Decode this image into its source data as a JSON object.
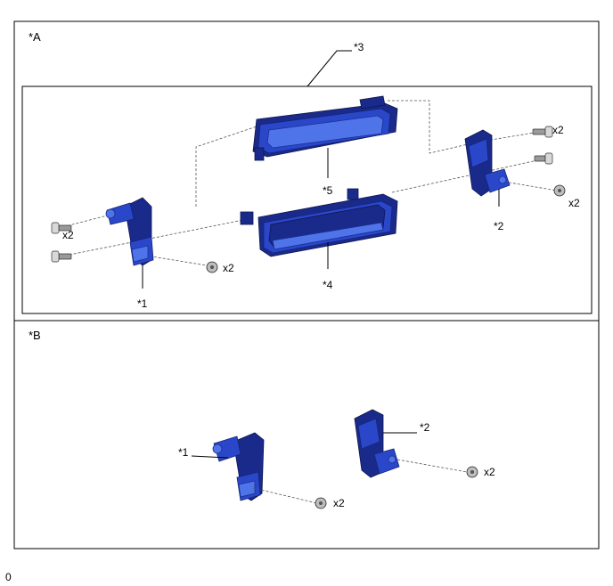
{
  "panels": {
    "a": {
      "label": "*A"
    },
    "b": {
      "label": "*B"
    }
  },
  "callouts": {
    "c1_a": "*1",
    "c2_a": "*2",
    "c3": "*3",
    "c4": "*4",
    "c5": "*5",
    "c1_b": "*1",
    "c2_b": "*2"
  },
  "quantities": {
    "left_screw_top": "x2",
    "left_nut": "x2",
    "right_screw_top": "x2",
    "right_nut": "x2",
    "b_left_nut": "x2",
    "b_right_nut": "x2"
  },
  "footer": {
    "code": "0"
  },
  "colors": {
    "part_blue": "#2b47c9",
    "part_dark": "#1a2a8a",
    "fastener_gray": "#9a9a9a"
  }
}
